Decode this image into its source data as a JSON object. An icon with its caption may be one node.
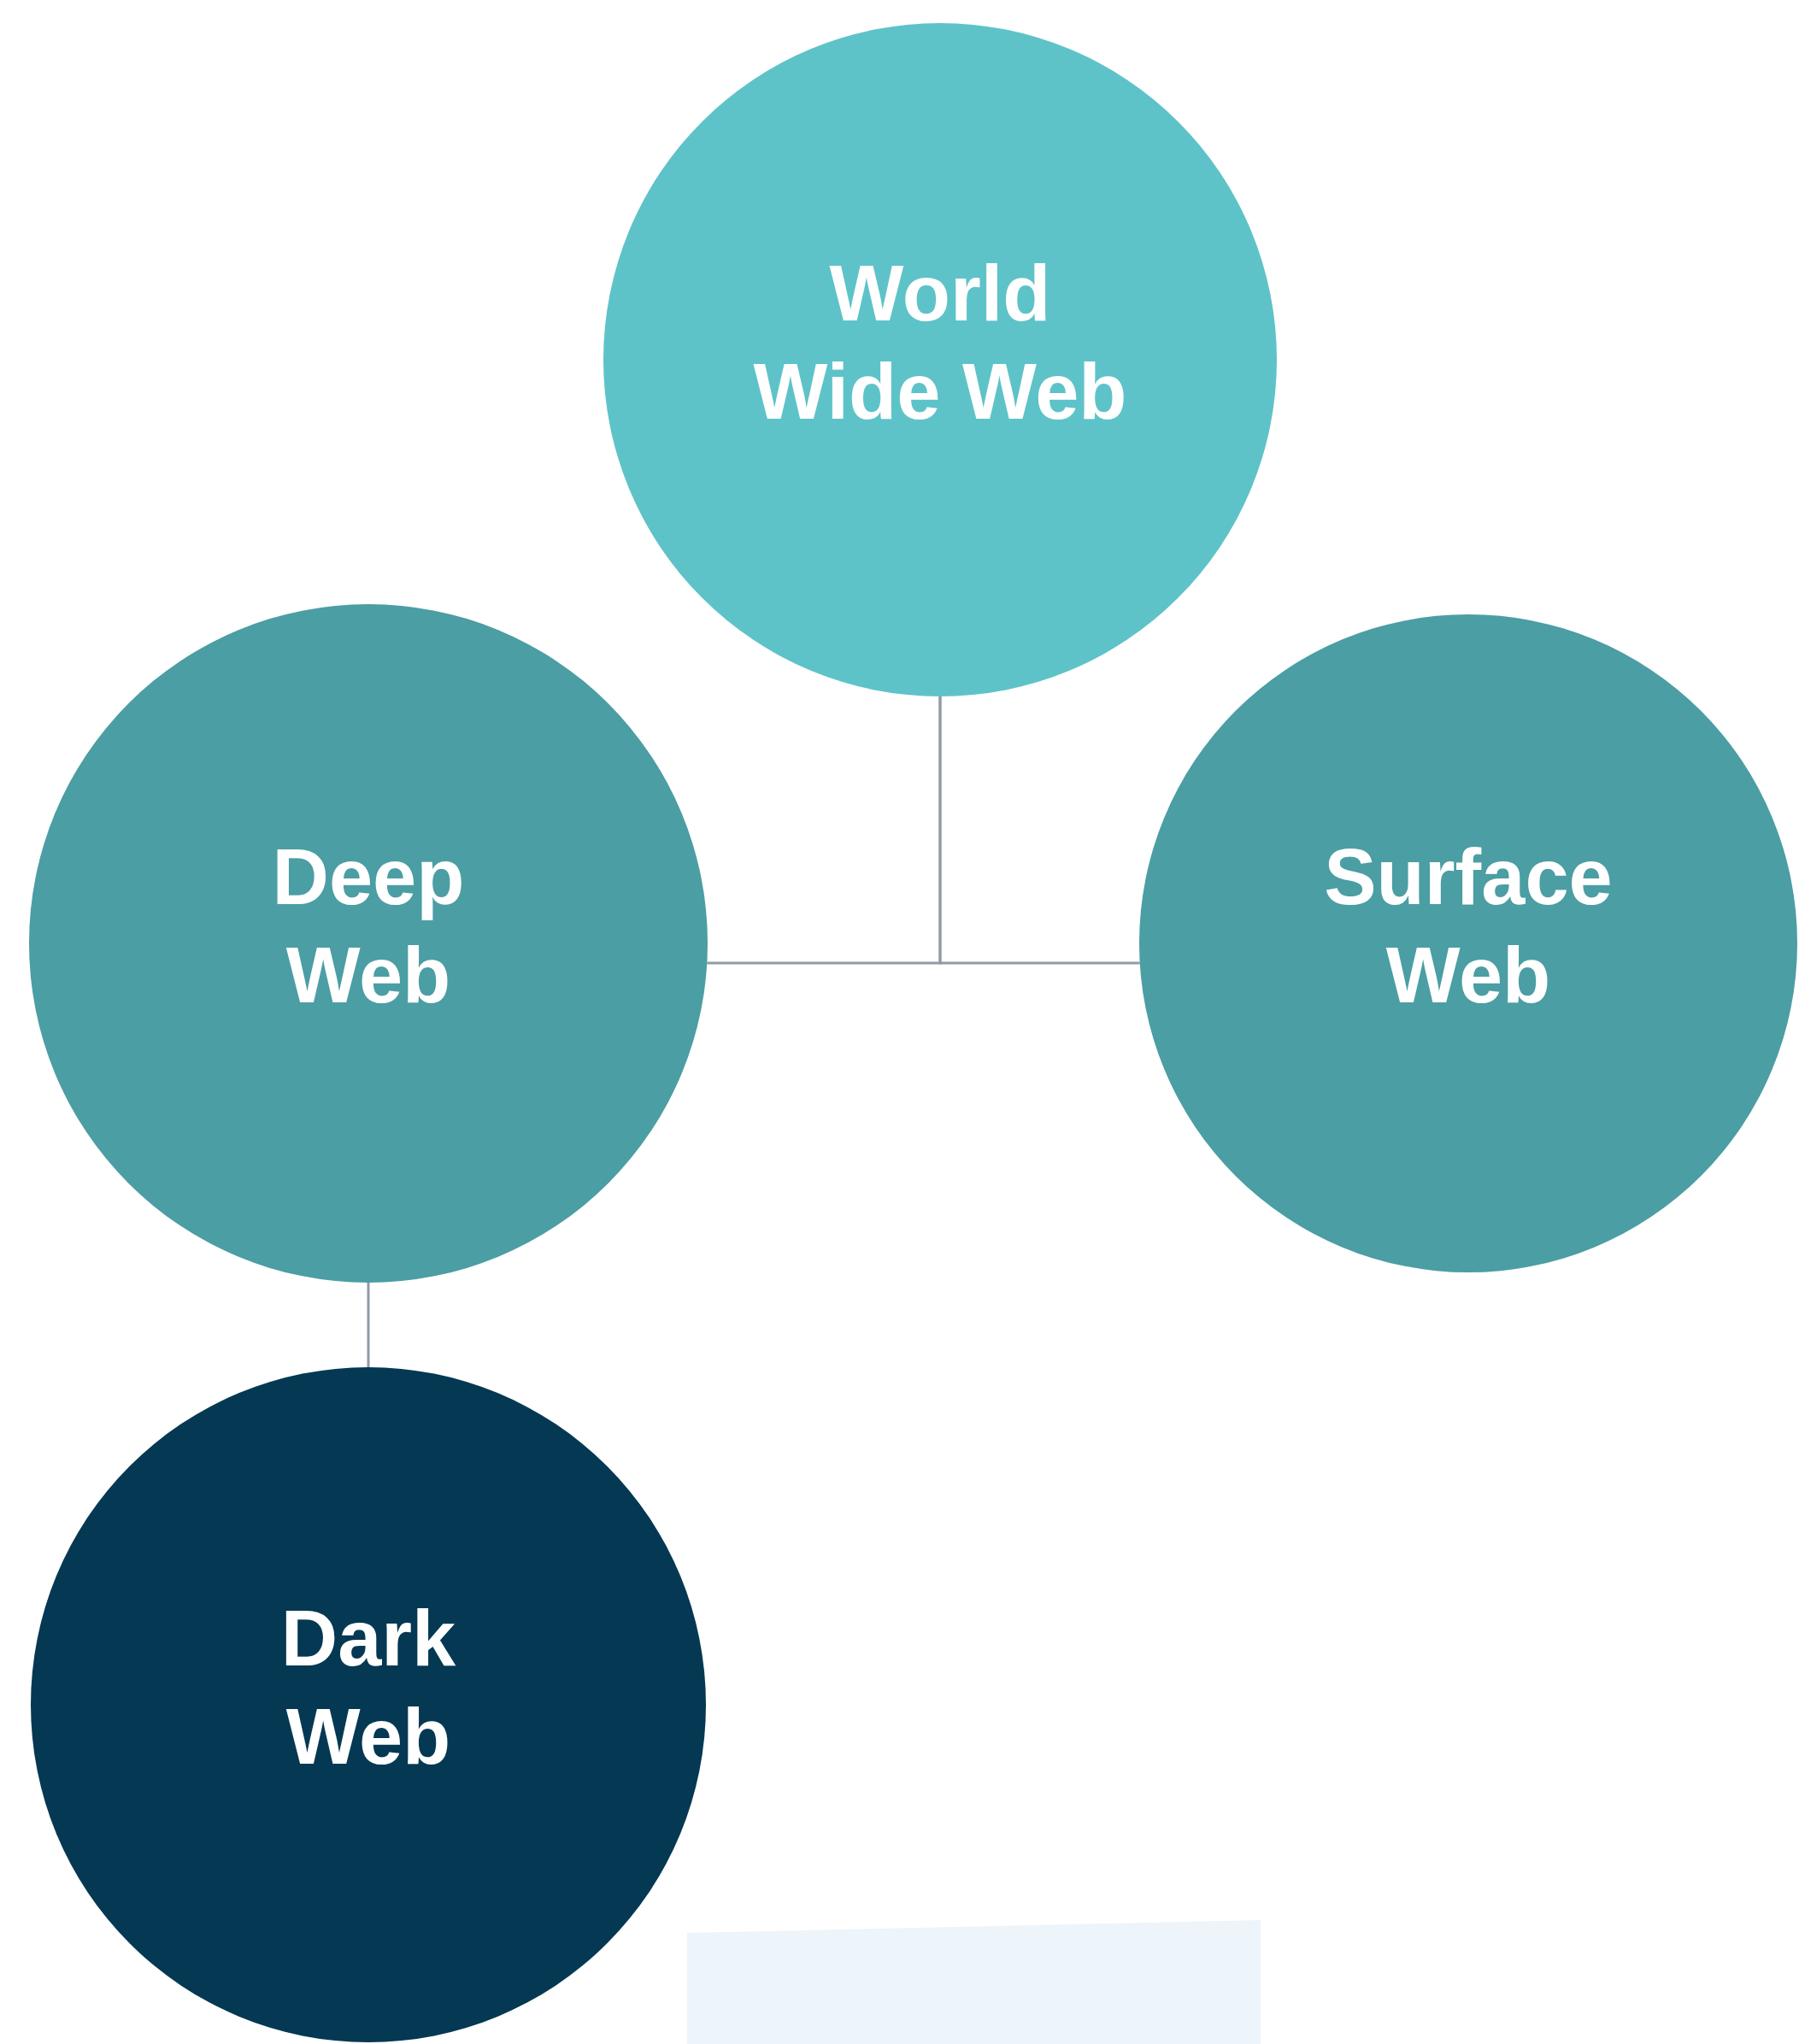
{
  "diagram": {
    "nodes": [
      {
        "text": [
          "World Wide Web"
        ]
      },
      {
        "text": [
          "Deep Web"
        ]
      },
      {
        "text": [
          "Surface Web"
        ]
      },
      {
        "text": [
          "Dark Web"
        ]
      }
    ],
    "edges": [
      {
        "from": 0,
        "to": 1,
        "arrow": "none"
      },
      {
        "from": 0,
        "to": 2,
        "arrow": "none"
      },
      {
        "from": 1,
        "to": 3,
        "arrow": "none"
      }
    ]
  }
}
